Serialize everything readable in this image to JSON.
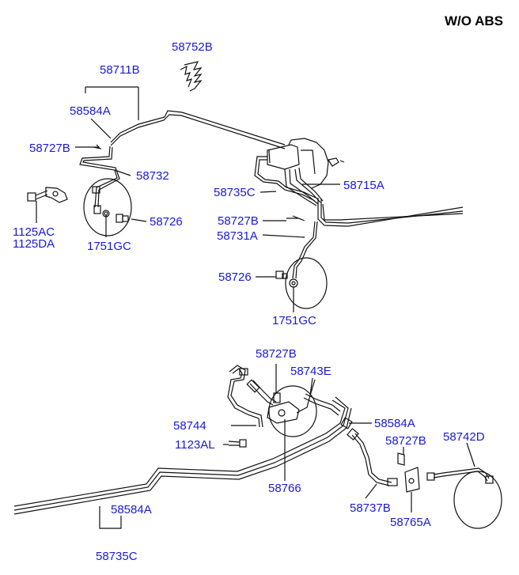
{
  "title": "W/O ABS",
  "labels": {
    "l58752b": "58752B",
    "l58711b": "58711B",
    "l58584a_top": "58584A",
    "l58727b_left": "58727B",
    "l58732": "58732",
    "l1125ac": "1125AC",
    "l1125da": "1125DA",
    "l1751gc_left": "1751GC",
    "l58726_left": "58726",
    "l58735c_mid": "58735C",
    "l58715a": "58715A",
    "l58727b_mid": "58727B",
    "l58731a": "58731A",
    "l58726_mid": "58726",
    "l1751gc_mid": "1751GC",
    "l58727b_low": "58727B",
    "l58743e": "58743E",
    "l58744": "58744",
    "l1123al": "1123AL",
    "l58766": "58766",
    "l58584a_low": "58584A",
    "l58727b_right": "58727B",
    "l58742d": "58742D",
    "l58737b": "58737B",
    "l58765a": "58765A",
    "l58584a_bot": "58584A",
    "l58735c_bot": "58735C"
  }
}
